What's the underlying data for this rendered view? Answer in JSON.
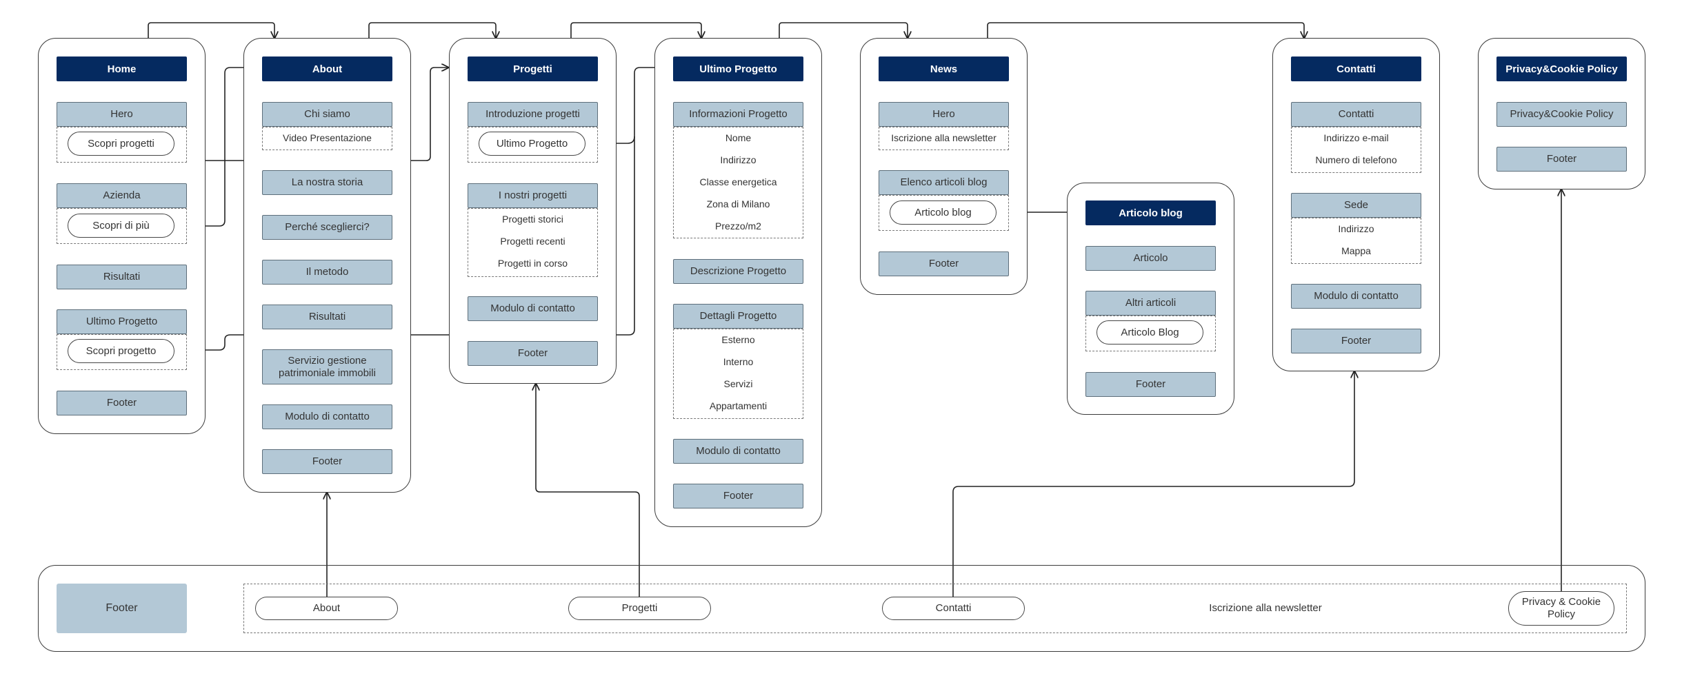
{
  "home": {
    "title": "Home",
    "hero": "Hero",
    "scopri_progetti": "Scopri progetti",
    "azienda": "Azienda",
    "scopri_di_piu": "Scopri di più",
    "risultati": "Risultati",
    "ultimo_progetto": "Ultimo Progetto",
    "scopri_progetto": "Scopri progetto",
    "footer": "Footer"
  },
  "about": {
    "title": "About",
    "chi_siamo": "Chi siamo",
    "video": "Video Presentazione",
    "storia": "La nostra storia",
    "perche": "Perché sceglierci?",
    "metodo": "Il metodo",
    "risultati": "Risultati",
    "servizio": "Servizio gestione patrimoniale immobili",
    "modulo": "Modulo di contatto",
    "footer": "Footer"
  },
  "progetti": {
    "title": "Progetti",
    "intro": "Introduzione progetti",
    "ultimo_progetto": "Ultimo Progetto",
    "nostri": "I nostri progetti",
    "storici": "Progetti storici",
    "recenti": "Progetti recenti",
    "in_corso": "Progetti in corso",
    "modulo": "Modulo di contatto",
    "footer": "Footer"
  },
  "ultimo": {
    "title": "Ultimo Progetto",
    "info": "Informazioni Progetto",
    "nome": "Nome",
    "indirizzo": "Indirizzo",
    "classe": "Classe energetica",
    "zona": "Zona di Milano",
    "prezzo": "Prezzo/m2",
    "descrizione": "Descrizione Progetto",
    "dettagli": "Dettagli Progetto",
    "esterno": "Esterno",
    "interno": "Interno",
    "servizi": "Servizi",
    "appartamenti": "Appartamenti",
    "modulo": "Modulo di contatto",
    "footer": "Footer"
  },
  "news": {
    "title": "News",
    "hero": "Hero",
    "iscrizione": "Iscrizione alla newsletter",
    "elenco": "Elenco articoli blog",
    "articolo_blog": "Articolo blog",
    "footer": "Footer"
  },
  "articolo": {
    "title": "Articolo blog",
    "articolo": "Articolo",
    "altri": "Altri articoli",
    "articolo_blog": "Articolo Blog",
    "footer": "Footer"
  },
  "contatti": {
    "title": "Contatti",
    "contatti": "Contatti",
    "email": "Indirizzo e-mail",
    "telefono": "Numero di telefono",
    "sede": "Sede",
    "indirizzo": "Indirizzo",
    "mappa": "Mappa",
    "modulo": "Modulo di contatto",
    "footer": "Footer"
  },
  "privacy": {
    "title": "Privacy&Cookie Policy",
    "policy": "Privacy&Cookie Policy",
    "footer": "Footer"
  },
  "footer_bar": {
    "label": "Footer",
    "about": "About",
    "progetti": "Progetti",
    "contatti": "Contatti",
    "newsletter": "Iscrizione alla newsletter",
    "privacy": "Privacy & Cookie Policy"
  }
}
